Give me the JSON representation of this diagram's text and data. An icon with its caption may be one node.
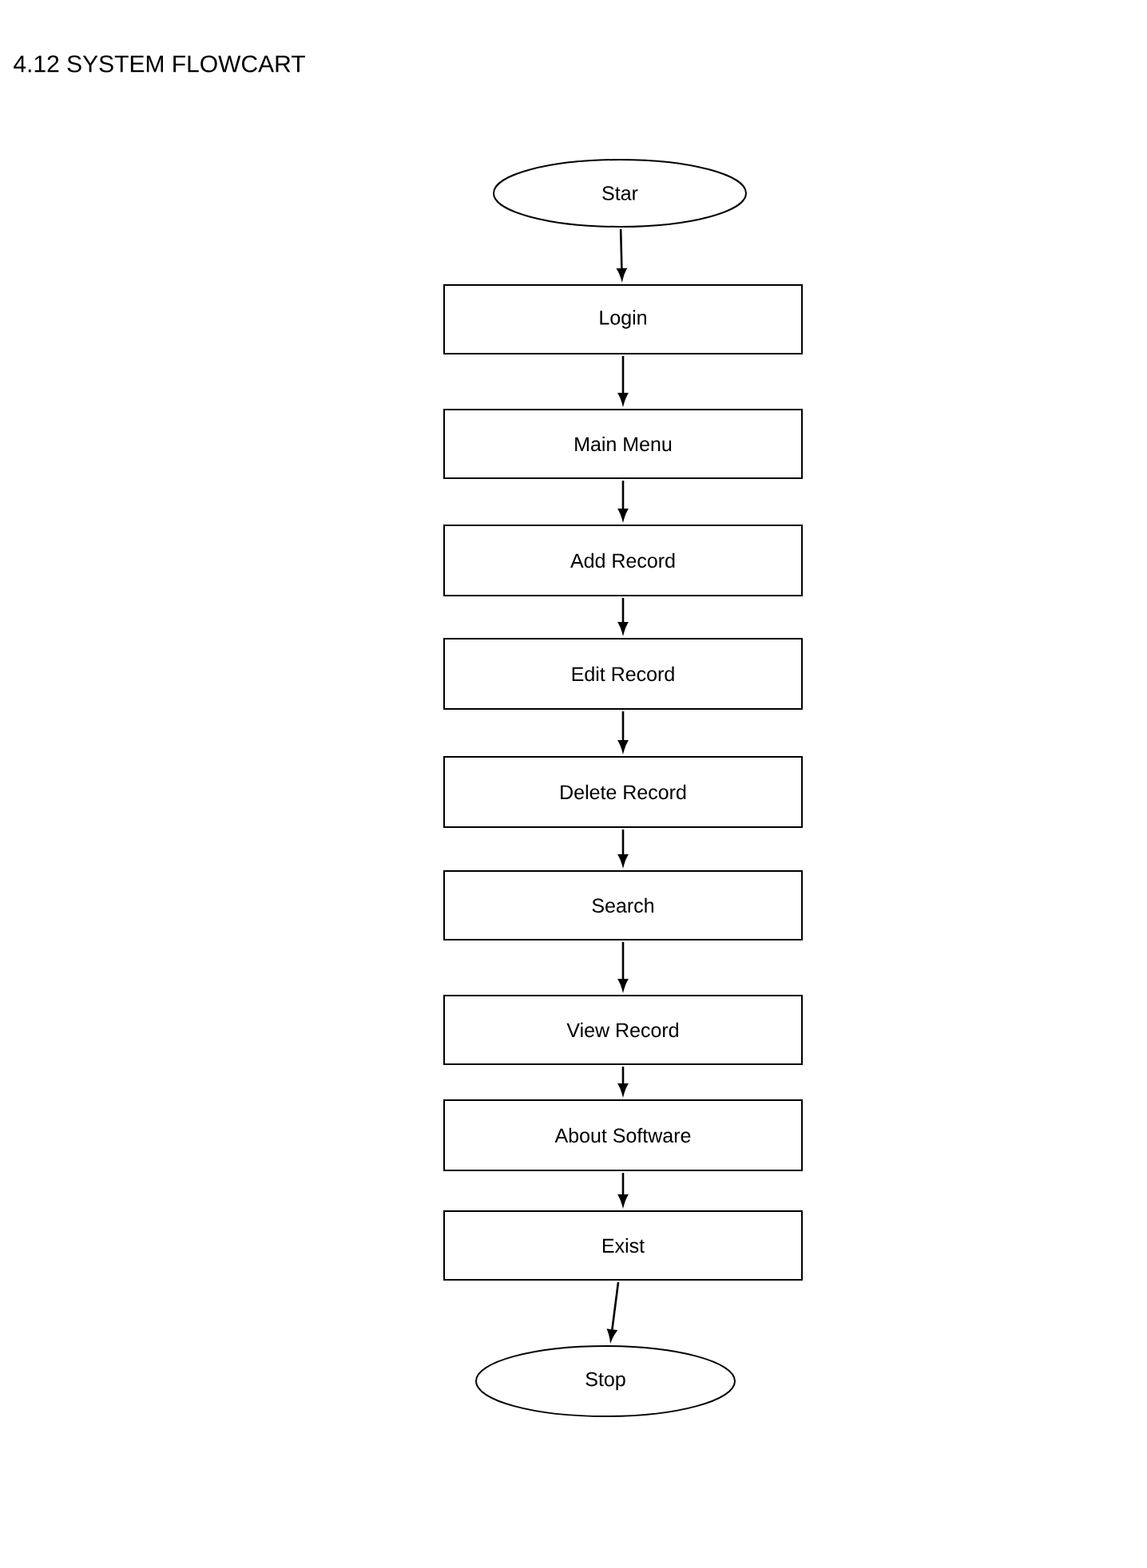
{
  "diagram": {
    "title": "4.12 SYSTEM FLOWCART",
    "nodes": [
      {
        "text": [
          "Star"
        ]
      },
      {
        "text": [
          "Login"
        ]
      },
      {
        "text": [
          "Main Menu"
        ]
      },
      {
        "text": [
          "Add Record"
        ]
      },
      {
        "text": [
          "Edit Record"
        ]
      },
      {
        "text": [
          "Delete Record"
        ]
      },
      {
        "text": [
          "Search"
        ]
      },
      {
        "text": [
          "View Record"
        ]
      },
      {
        "text": [
          "About Software"
        ]
      },
      {
        "text": [
          "Exist"
        ]
      },
      {
        "text": [
          "Stop"
        ]
      }
    ],
    "edges": [
      {
        "from": 0,
        "to": 1,
        "arrow": "to"
      },
      {
        "from": 1,
        "to": 2,
        "arrow": "to"
      },
      {
        "from": 2,
        "to": 3,
        "arrow": "to"
      },
      {
        "from": 3,
        "to": 4,
        "arrow": "to"
      },
      {
        "from": 4,
        "to": 5,
        "arrow": "to"
      },
      {
        "from": 5,
        "to": 6,
        "arrow": "to"
      },
      {
        "from": 6,
        "to": 7,
        "arrow": "to"
      },
      {
        "from": 7,
        "to": 8,
        "arrow": "to"
      },
      {
        "from": 8,
        "to": 9,
        "arrow": "to"
      },
      {
        "from": 9,
        "to": 10,
        "arrow": "to"
      }
    ]
  }
}
